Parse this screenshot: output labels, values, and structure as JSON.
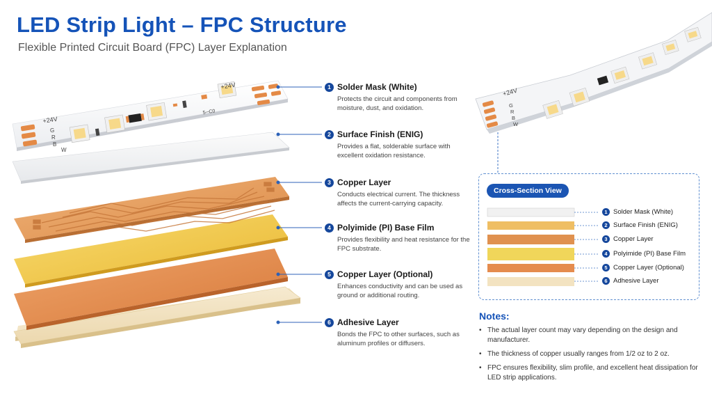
{
  "title": "LED Strip Light – FPC Structure",
  "subtitle": "Flexible Printed Circuit Board (FPC)  Layer Explanation",
  "strip_marks": {
    "voltage": "+24V",
    "pins": [
      "G",
      "R",
      "B",
      "W"
    ],
    "code": "5─C0"
  },
  "layers": [
    {
      "num": "1",
      "name": "Solder Mask (White)",
      "desc": "Protects the circuit and components from moisture, dust, and oxidation."
    },
    {
      "num": "2",
      "name": "Surface Finish (ENIG)",
      "desc": "Provides a flat, solderable surface with excellent oxidation resistance."
    },
    {
      "num": "3",
      "name": "Copper Layer",
      "desc": "Conducts electrical current. The thickness affects the current-carrying capacity."
    },
    {
      "num": "4",
      "name": "Polyimide (PI) Base Film",
      "desc": "Provides flexibility and heat resistance for the FPC substrate."
    },
    {
      "num": "5",
      "name": "Copper Layer (Optional)",
      "desc": "Enhances conductivity and can be used as ground or additional routing."
    },
    {
      "num": "6",
      "name": "Adhesive Layer",
      "desc": "Bonds the FPC to other surfaces, such as aluminum profiles or diffusers."
    }
  ],
  "cross_section": {
    "title": "Cross-Section View",
    "labels": [
      {
        "num": "1",
        "name": "Solder Mask (White)"
      },
      {
        "num": "2",
        "name": "Surface Finish (ENIG)"
      },
      {
        "num": "3",
        "name": "Copper Layer"
      },
      {
        "num": "4",
        "name": "Polyimide (PI) Base Film"
      },
      {
        "num": "5",
        "name": "Copper Layer (Optional)"
      },
      {
        "num": "6",
        "name": "Adhesive Layer"
      }
    ]
  },
  "colors": {
    "title": "#1553b8",
    "badge": "#15479c",
    "solder_mask": "#f1f1f1",
    "surface_finish": "#efbe63",
    "copper": "#e0914f",
    "polyimide": "#f4cd47",
    "copper_optional": "#e58c4e",
    "adhesive": "#f3e3c1"
  },
  "notes": {
    "title": "Notes:",
    "items": [
      "The actual layer count may vary depending on the design and manufacturer.",
      "The thickness of copper usually ranges from 1/2 oz to 2 oz.",
      "FPC ensures flexibility, slim profile, and excellent heat dissipation for LED strip applications."
    ]
  }
}
